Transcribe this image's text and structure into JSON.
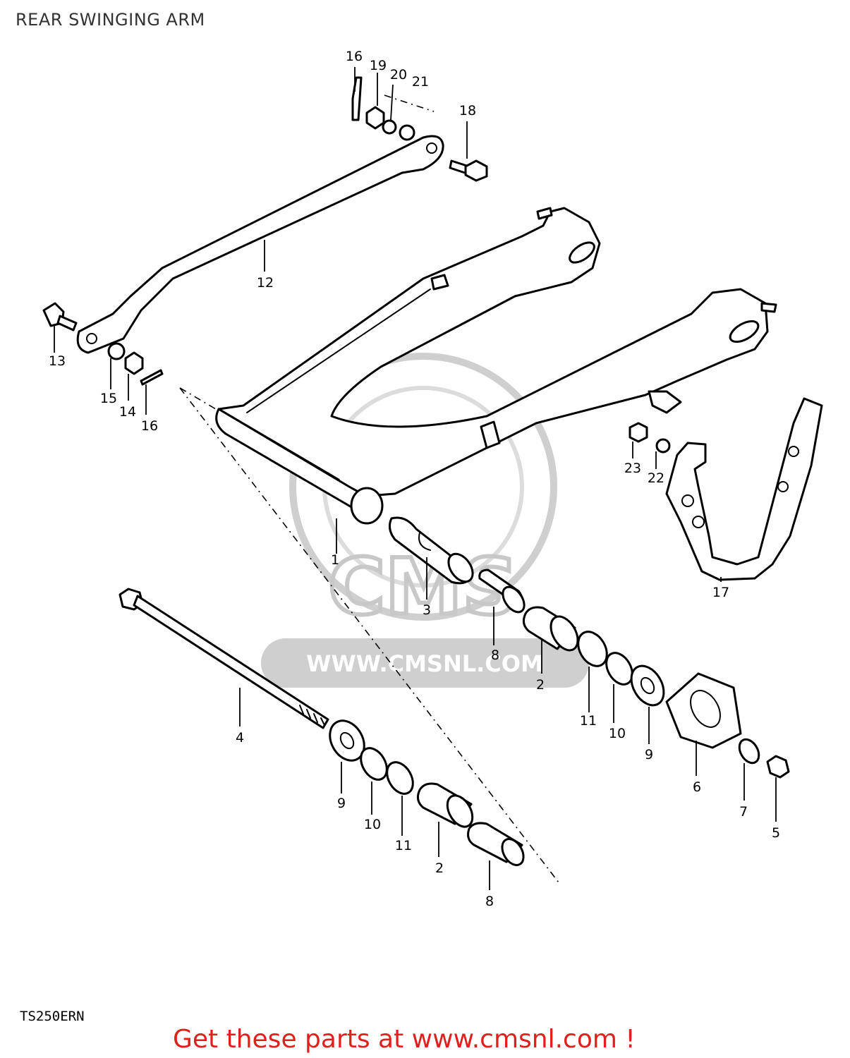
{
  "title": "REAR SWINGING ARM",
  "model_code": "TS250ERN",
  "footer": {
    "text": "Get these parts at www.cmsnl.com !"
  },
  "watermark": {
    "logo": "CMS",
    "url": "WWW.CMSNL.COM"
  },
  "callouts": [
    {
      "id": "c1",
      "label": "1"
    },
    {
      "id": "c2a",
      "label": "2"
    },
    {
      "id": "c2b",
      "label": "2"
    },
    {
      "id": "c3",
      "label": "3"
    },
    {
      "id": "c4",
      "label": "4"
    },
    {
      "id": "c5",
      "label": "5"
    },
    {
      "id": "c6",
      "label": "6"
    },
    {
      "id": "c7",
      "label": "7"
    },
    {
      "id": "c8a",
      "label": "8"
    },
    {
      "id": "c8b",
      "label": "8"
    },
    {
      "id": "c9a",
      "label": "9"
    },
    {
      "id": "c9b",
      "label": "9"
    },
    {
      "id": "c10a",
      "label": "10"
    },
    {
      "id": "c10b",
      "label": "10"
    },
    {
      "id": "c11a",
      "label": "11"
    },
    {
      "id": "c11b",
      "label": "11"
    },
    {
      "id": "c12",
      "label": "12"
    },
    {
      "id": "c13",
      "label": "13"
    },
    {
      "id": "c14",
      "label": "14"
    },
    {
      "id": "c15",
      "label": "15"
    },
    {
      "id": "c16a",
      "label": "16"
    },
    {
      "id": "c16b",
      "label": "16"
    },
    {
      "id": "c17",
      "label": "17"
    },
    {
      "id": "c18",
      "label": "18"
    },
    {
      "id": "c19",
      "label": "19"
    },
    {
      "id": "c20",
      "label": "20"
    },
    {
      "id": "c21",
      "label": "21"
    },
    {
      "id": "c22",
      "label": "22"
    },
    {
      "id": "c23",
      "label": "23"
    }
  ],
  "colors": {
    "footer": "#e0201c",
    "line": "#000000",
    "watermark": "#c8c8c8"
  }
}
